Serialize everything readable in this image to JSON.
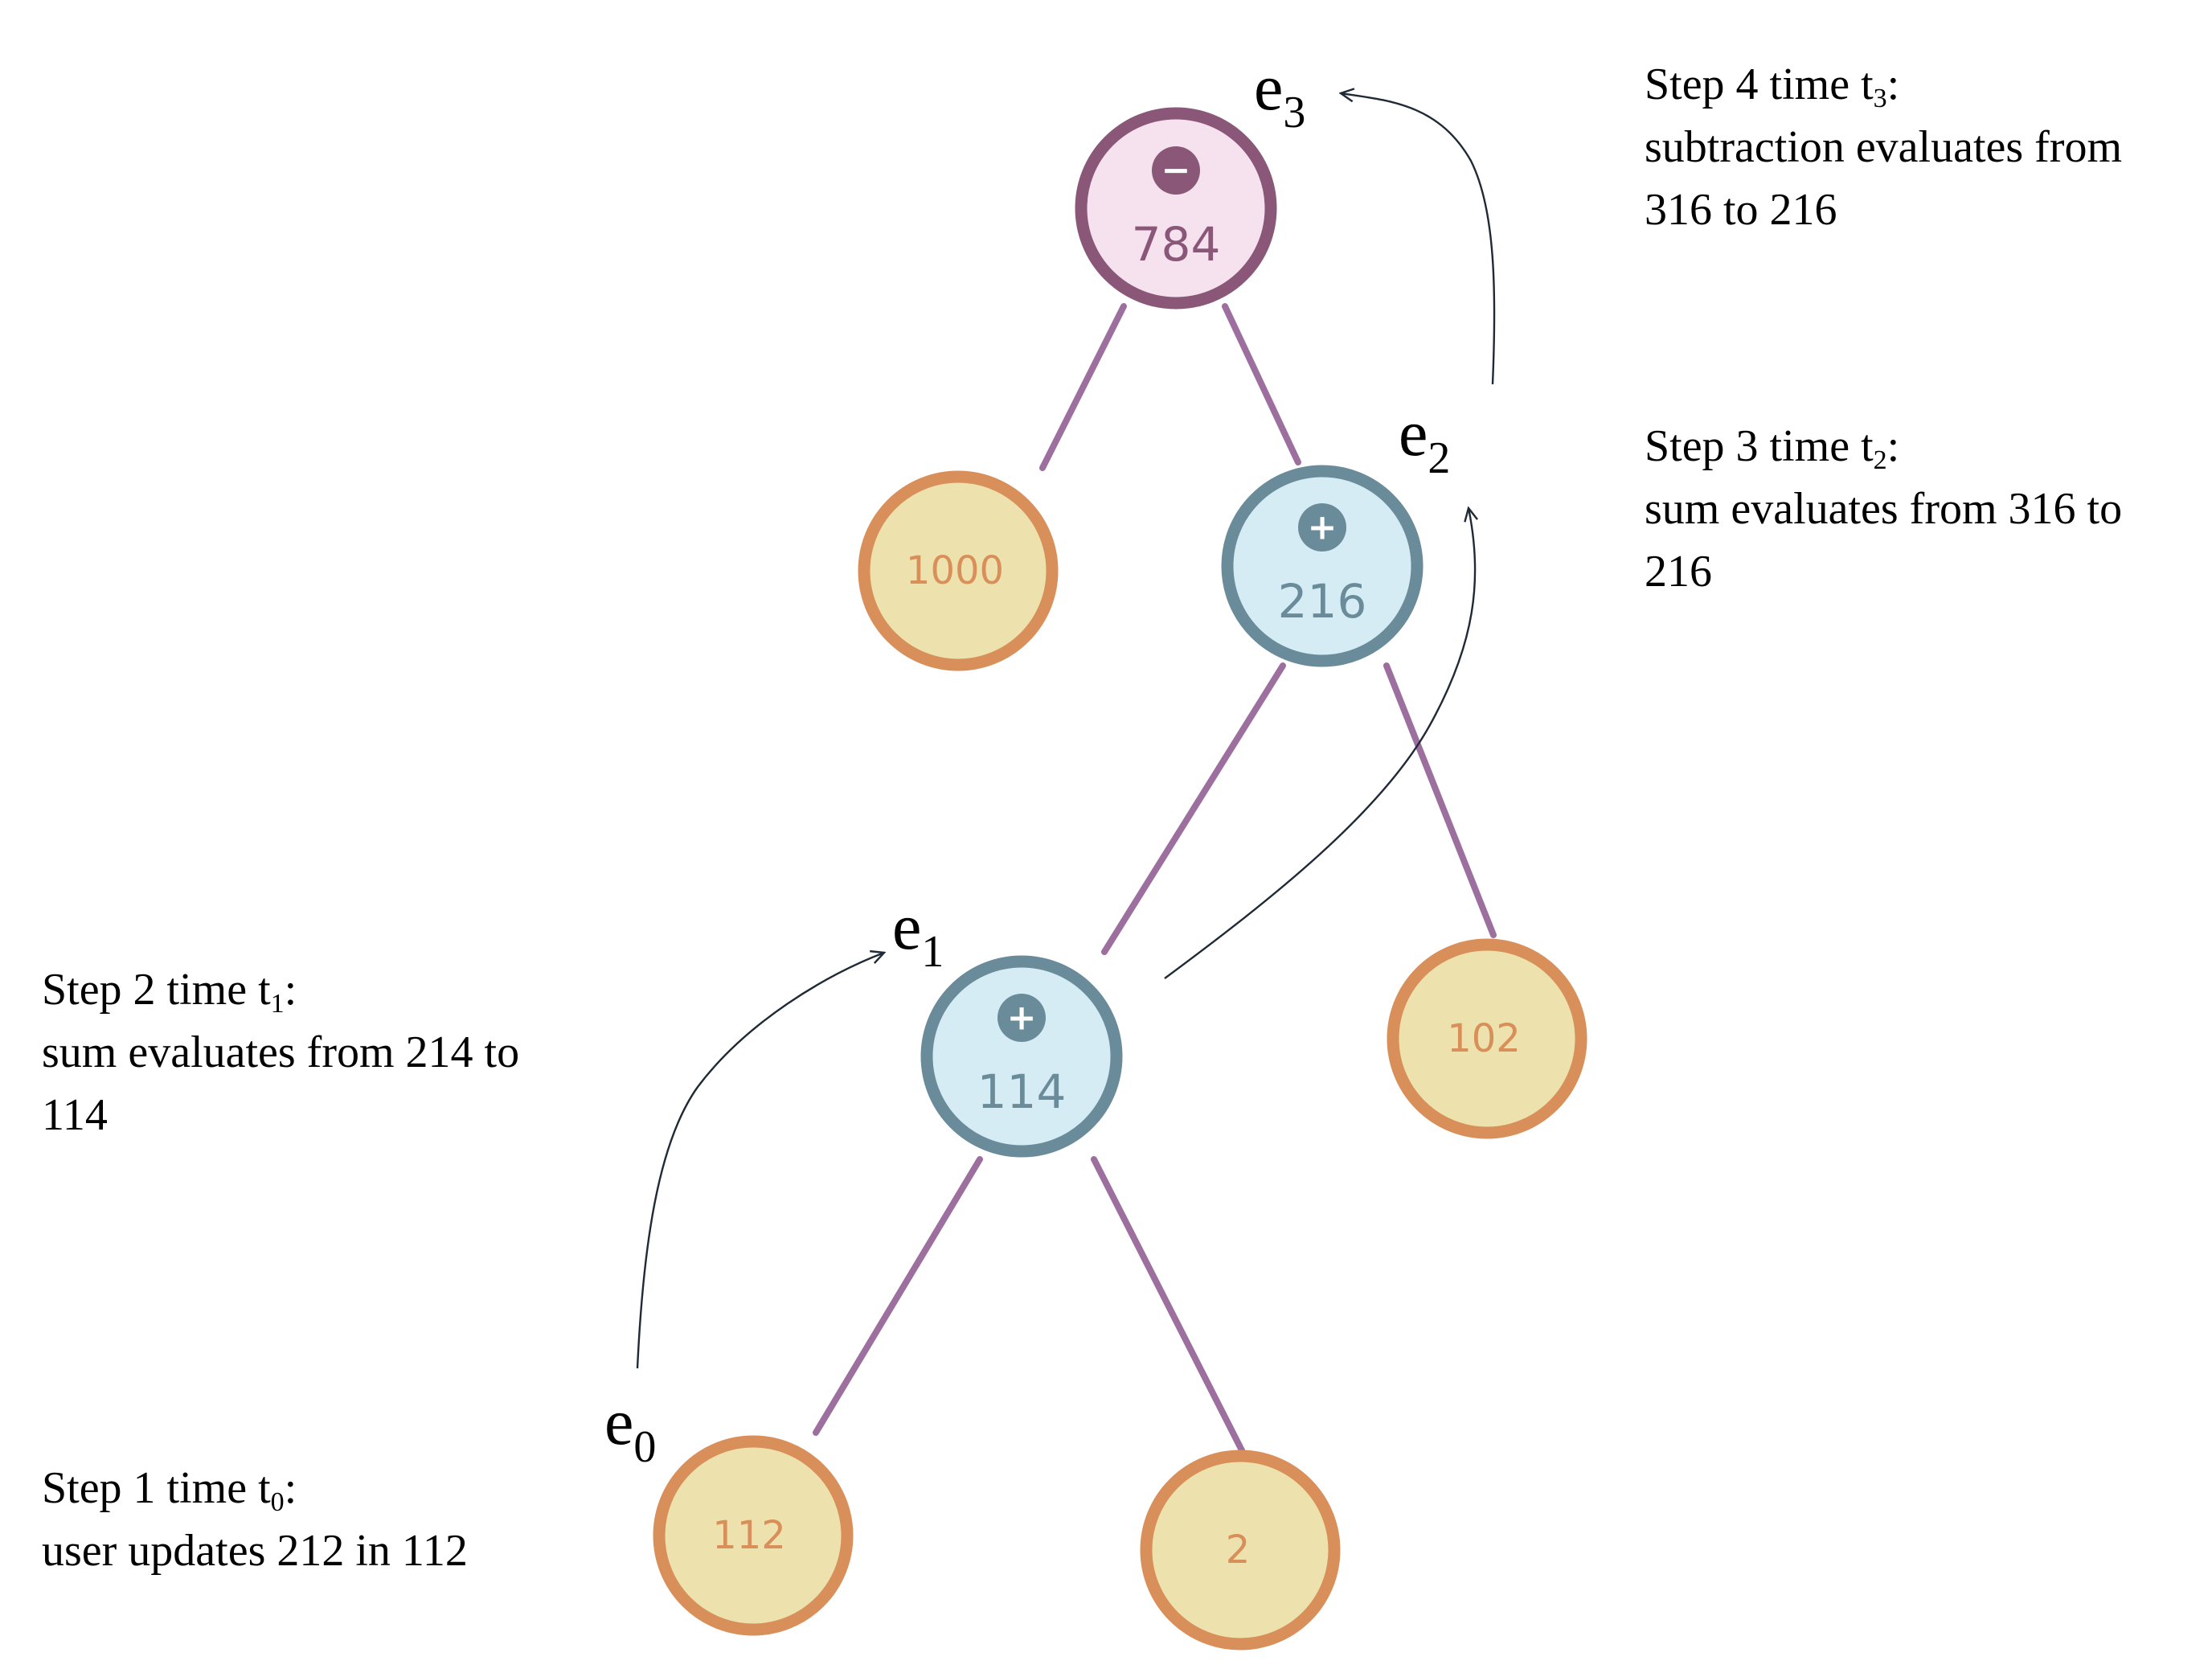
{
  "colors": {
    "edge": "#9d6f9e",
    "arrow": "#1f2a36",
    "minus_fill": "#f5e2ee",
    "minus_stroke": "#8a5778",
    "minus_text": "#8a5778",
    "plus_fill": "#d5ecf5",
    "plus_stroke": "#6a8c9a",
    "plus_text": "#6a8c9a",
    "leaf_fill": "#ede2ae",
    "leaf_stroke": "#d98f59",
    "leaf_text": "#d98f59"
  },
  "nodes": {
    "root": {
      "value": "784",
      "op": "−",
      "op_icon": "minus-icon",
      "kind": "minus"
    },
    "leaf_1000": {
      "value": "1000",
      "kind": "leaf"
    },
    "sum_top": {
      "value": "216",
      "op": "+",
      "op_icon": "plus-icon",
      "kind": "plus"
    },
    "sum_bottom": {
      "value": "114",
      "op": "+",
      "op_icon": "plus-icon",
      "kind": "plus"
    },
    "leaf_102": {
      "value": "102",
      "kind": "leaf"
    },
    "leaf_112": {
      "value": "112",
      "kind": "leaf"
    },
    "leaf_2": {
      "value": "2",
      "kind": "leaf"
    }
  },
  "event_labels": {
    "e0": {
      "base": "e",
      "sub": "0"
    },
    "e1": {
      "base": "e",
      "sub": "1"
    },
    "e2": {
      "base": "e",
      "sub": "2"
    },
    "e3": {
      "base": "e",
      "sub": "3"
    }
  },
  "steps": {
    "step1": {
      "head": "Step 1 time t",
      "sub": "0",
      "tail": ":",
      "line2": "user updates 212 in 112",
      "line3": ""
    },
    "step2": {
      "head": "Step 2 time t",
      "sub": "1",
      "tail": ":",
      "line2": "sum evaluates from 214 to",
      "line3": "114"
    },
    "step3": {
      "head": "Step 3 time t",
      "sub": "2",
      "tail": ":",
      "line2": "sum evaluates from 316 to",
      "line3": "216"
    },
    "step4": {
      "head": "Step 4 time t",
      "sub": "3",
      "tail": ":",
      "line2": "subtraction evaluates from",
      "line3": "316 to 216"
    }
  }
}
